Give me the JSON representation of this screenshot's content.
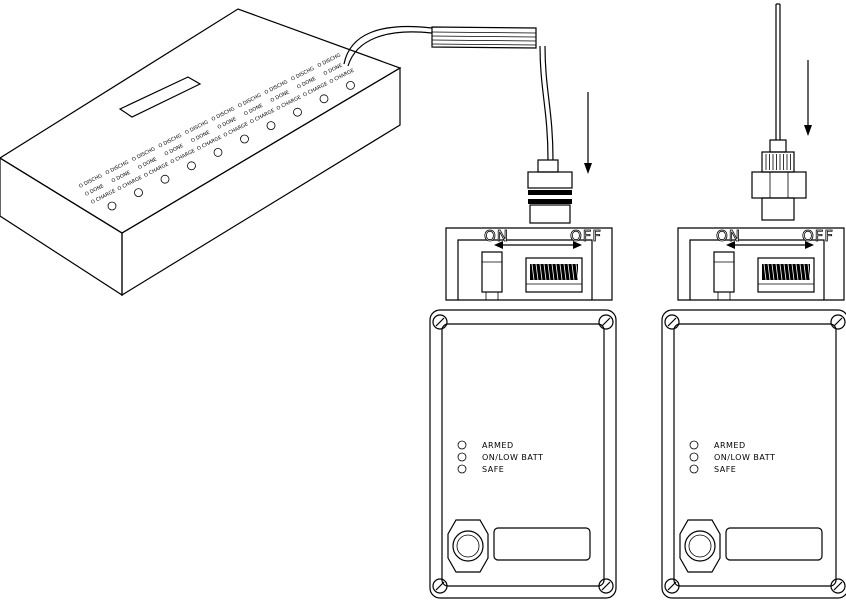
{
  "firing_panel": {
    "slot_count": 10,
    "row_labels": [
      "O DISCHG",
      "O DONE",
      "O CHARGE"
    ]
  },
  "receivers": [
    {
      "switch_on": "ON",
      "switch_off": "OFF",
      "leds": [
        "ARMED",
        "ON/LOW BATT",
        "SAFE"
      ]
    },
    {
      "switch_on": "ON",
      "switch_off": "OFF",
      "leds": [
        "ARMED",
        "ON/LOW BATT",
        "SAFE"
      ]
    }
  ],
  "colors": {
    "line": "#000000",
    "background": "#ffffff"
  }
}
